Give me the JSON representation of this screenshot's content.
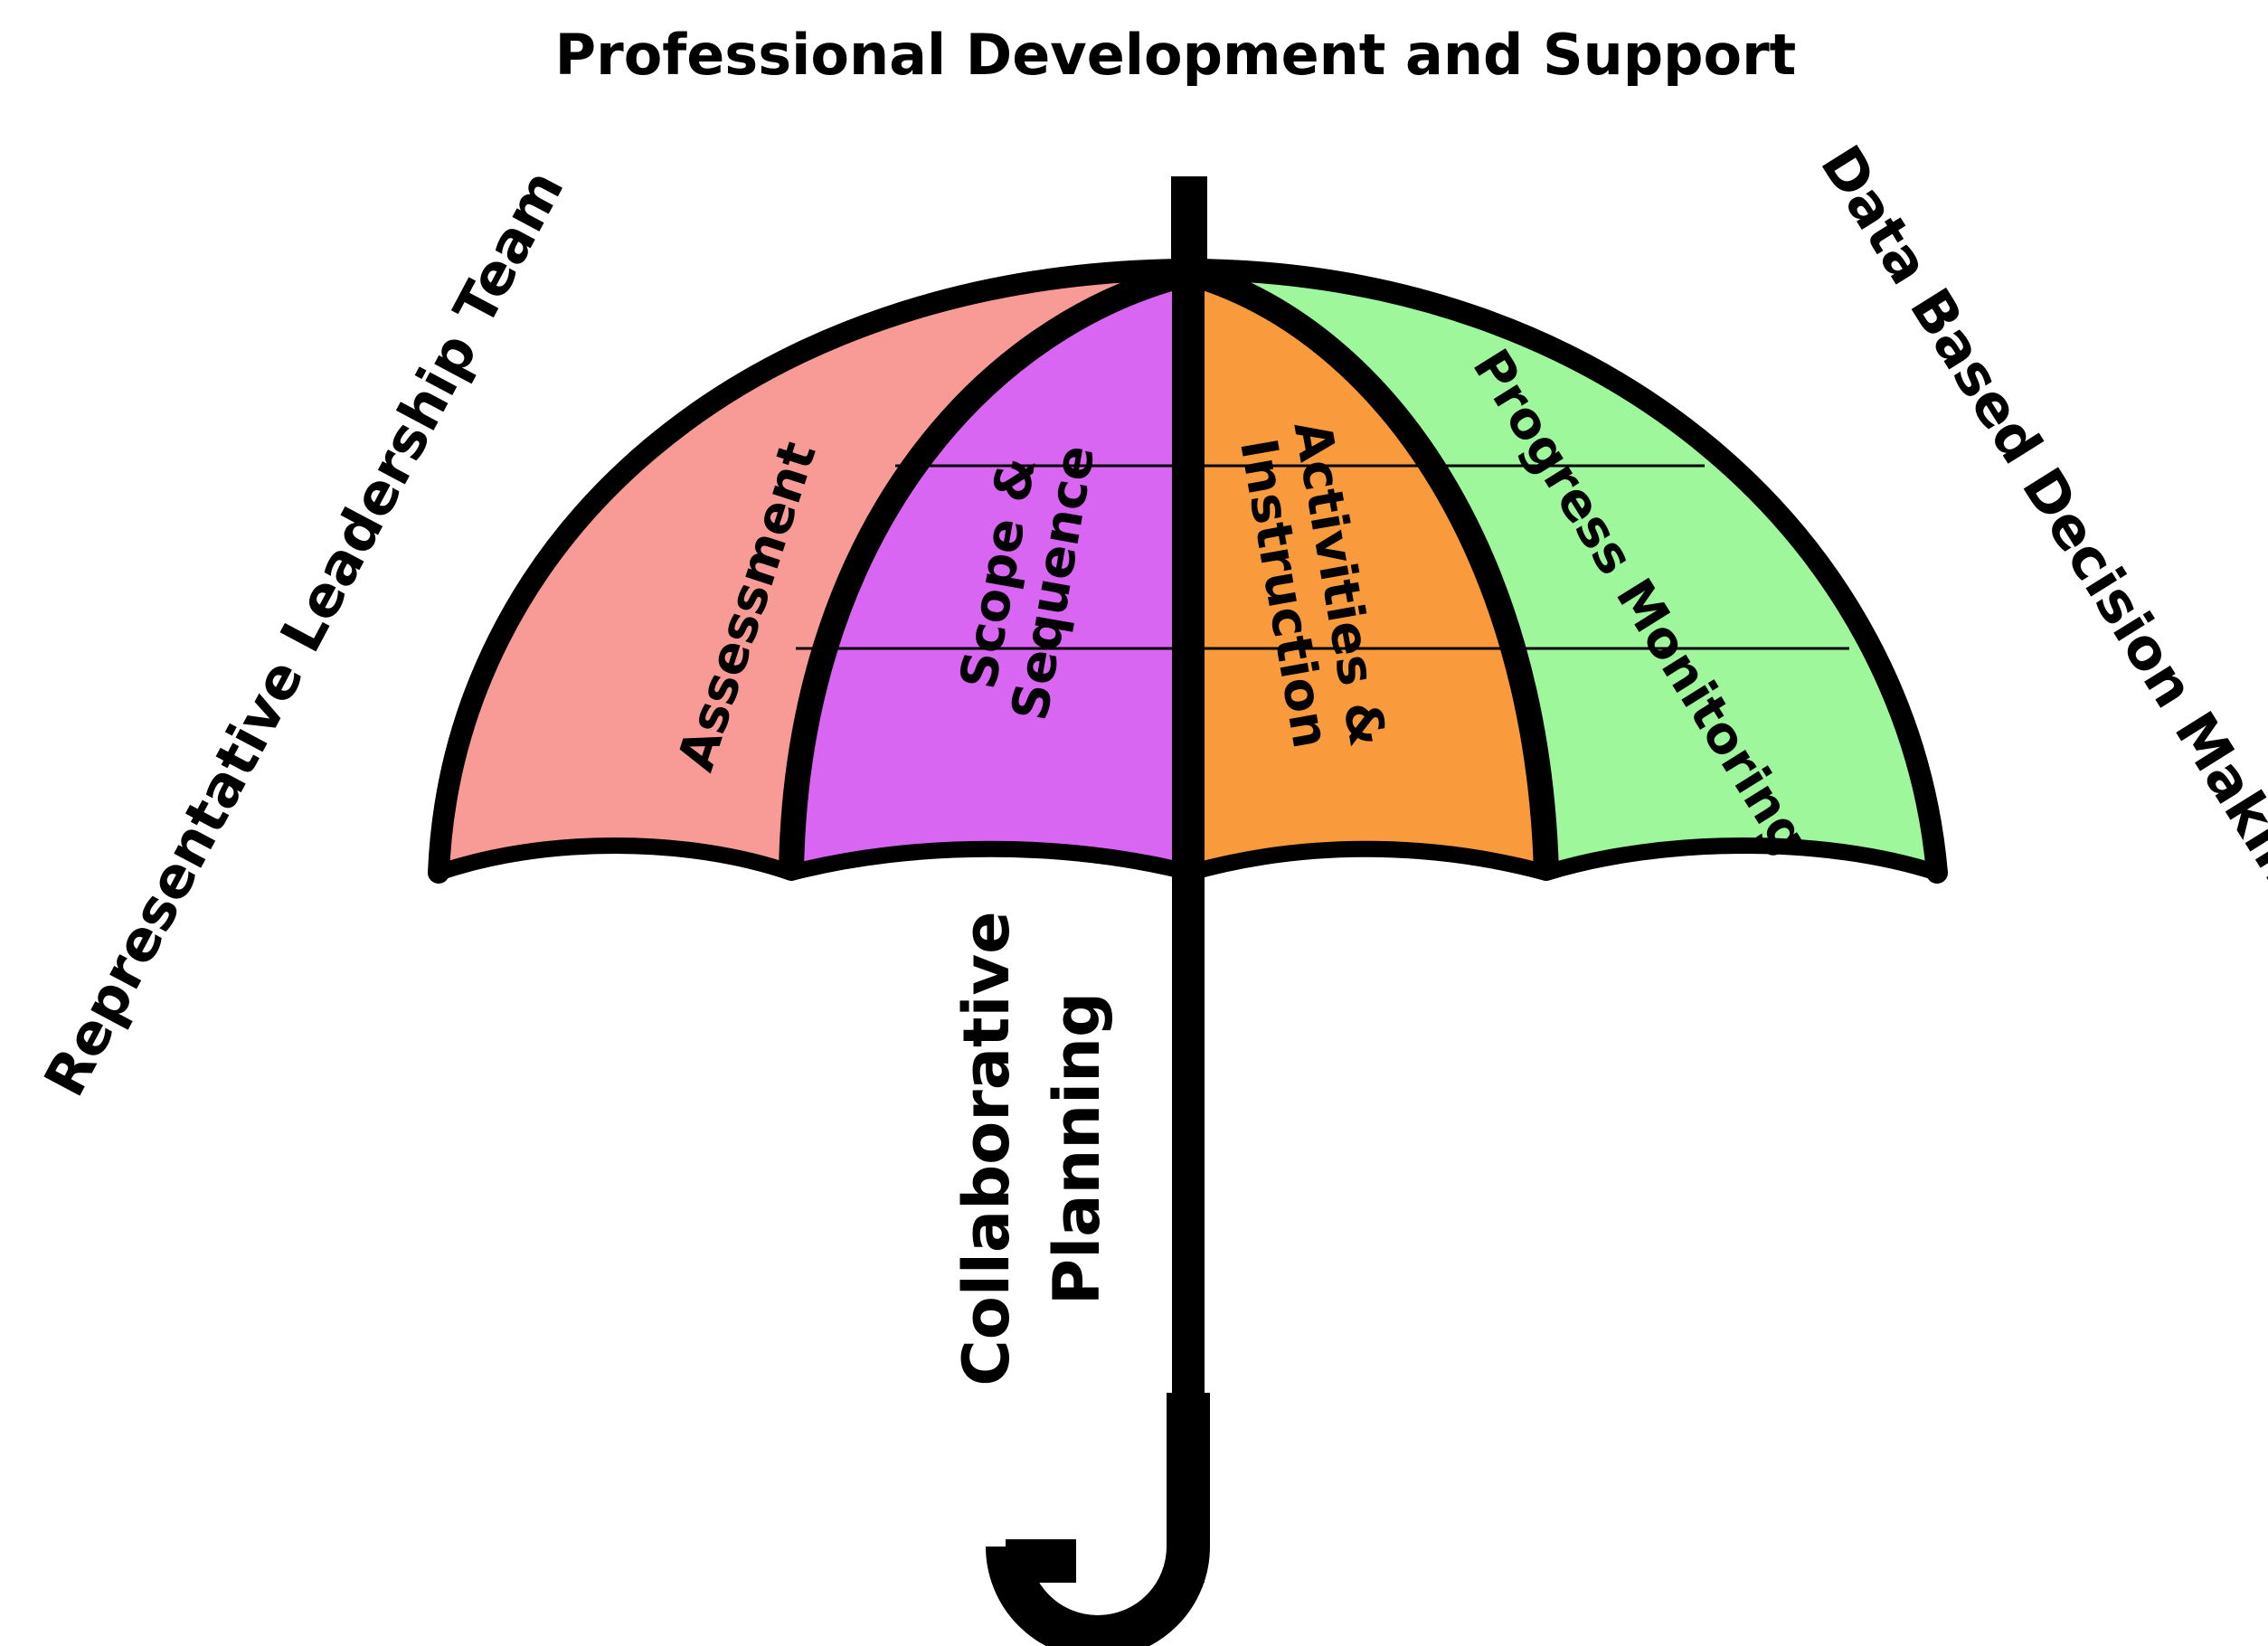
{
  "title": "Professional Development and Support",
  "side_labels": {
    "left": "Representative Leadership Team",
    "right": "Data Based Decision Making"
  },
  "handle_label": {
    "line1": "Collaborative",
    "line2": "Planning"
  },
  "panels": [
    {
      "lines": [
        "Assessment"
      ],
      "color": "#f89a96"
    },
    {
      "lines": [
        "Scope &",
        "Sequence"
      ],
      "color": "#d966f2"
    },
    {
      "lines": [
        "Activities &",
        "Instruction"
      ],
      "color": "#f99a3d"
    },
    {
      "lines": [
        "Progress Monitoring"
      ],
      "color": "#9ef79a"
    }
  ]
}
